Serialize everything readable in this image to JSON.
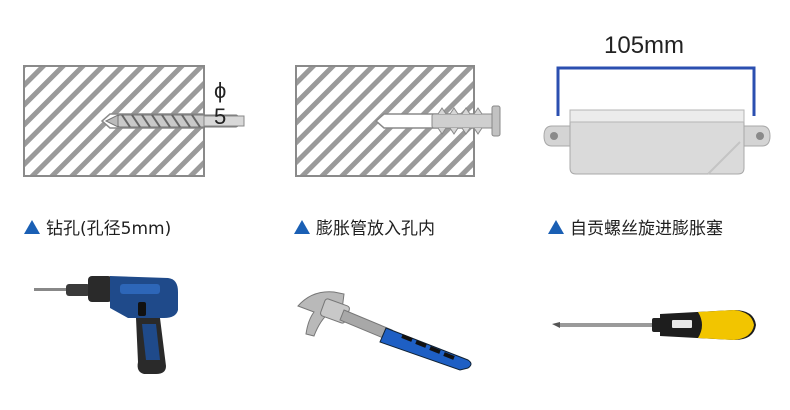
{
  "steps": [
    {
      "caption": "钻孔(孔径5mm)",
      "dimension": "ϕ 5",
      "diagram": "wall-with-drill-bit",
      "tool": "electric-drill-icon"
    },
    {
      "caption": "膨胀管放入孔内",
      "diagram": "wall-with-wall-plug",
      "tool": "hammer-icon"
    },
    {
      "caption": "自贡螺丝旋进膨胀塞",
      "dimension": "105mm",
      "diagram": "device-mounting-bracket",
      "tool": "screwdriver-icon"
    }
  ],
  "colors": {
    "accent": "#1a5fb4",
    "hatch": "#9a9a9a",
    "bracket_line": "#2b4fb0"
  }
}
